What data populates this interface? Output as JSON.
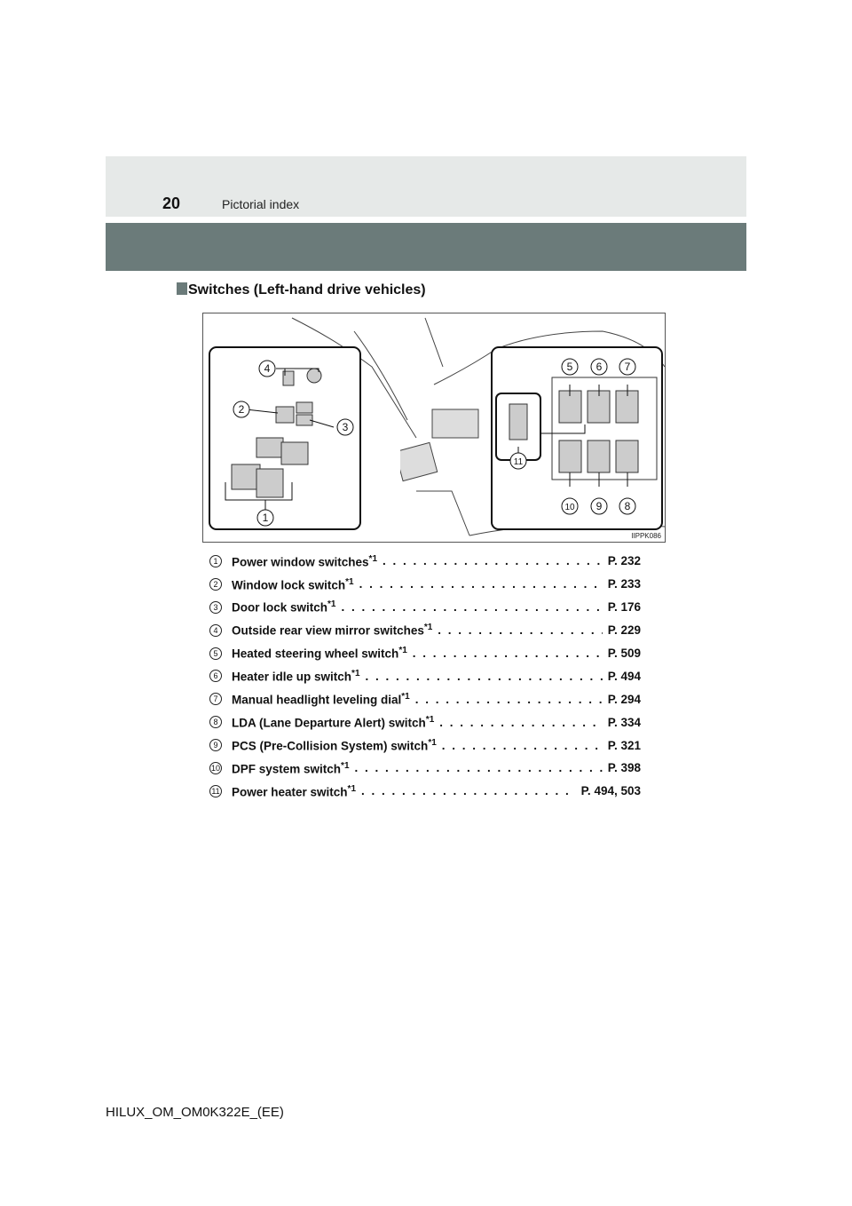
{
  "header": {
    "page_number": "20",
    "section": "Pictorial index"
  },
  "heading": "Switches (Left-hand drive vehicles)",
  "figure": {
    "code": "IIPPK086",
    "callouts": [
      "1",
      "2",
      "3",
      "4",
      "5",
      "6",
      "7",
      "8",
      "9",
      "10",
      "11"
    ]
  },
  "items": [
    {
      "num": "1",
      "label": "Power window switches",
      "note": "*1",
      "page": "P. 232"
    },
    {
      "num": "2",
      "label": "Window lock switch",
      "note": "*1",
      "page": "P. 233"
    },
    {
      "num": "3",
      "label": "Door lock switch",
      "note": "*1",
      "page": "P. 176"
    },
    {
      "num": "4",
      "label": "Outside rear view mirror switches",
      "note": "*1",
      "page": "P. 229"
    },
    {
      "num": "5",
      "label": "Heated steering wheel switch",
      "note": "*1",
      "page": "P. 509"
    },
    {
      "num": "6",
      "label": "Heater idle up switch",
      "note": "*1",
      "page": "P. 494"
    },
    {
      "num": "7",
      "label": "Manual headlight leveling dial",
      "note": "*1",
      "page": "P. 294"
    },
    {
      "num": "8",
      "label": "LDA (Lane Departure Alert) switch",
      "note": "*1",
      "page": "P. 334"
    },
    {
      "num": "9",
      "label": "PCS (Pre-Collision System) switch",
      "note": "*1",
      "page": "P. 321"
    },
    {
      "num": "10",
      "label": "DPF system switch",
      "note": "*1",
      "page": "P. 398"
    },
    {
      "num": "11",
      "label": "Power heater switch",
      "note": "*1",
      "page": "P. 494, 503"
    }
  ],
  "footer": "HILUX_OM_OM0K322E_(EE)"
}
